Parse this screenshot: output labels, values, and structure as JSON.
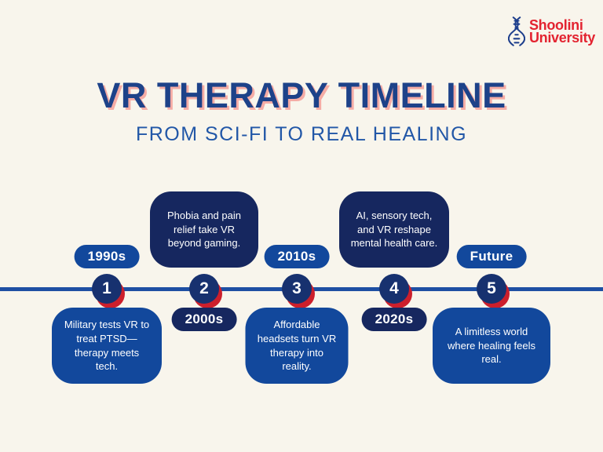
{
  "logo": {
    "line1": "Shoolini",
    "line2": "University"
  },
  "title": "VR THERAPY TIMELINE",
  "subtitle": "FROM SCI-FI TO REAL HEALING",
  "timeline": {
    "milestones": [
      {
        "number": "1",
        "era": "1990s",
        "description": "Military tests VR to treat PTSD—therapy meets tech.",
        "box_position": "below"
      },
      {
        "number": "2",
        "era": "2000s",
        "description": "Phobia and pain relief take VR beyond gaming.",
        "box_position": "above"
      },
      {
        "number": "3",
        "era": "2010s",
        "description": "Affordable headsets turn VR therapy into reality.",
        "box_position": "below"
      },
      {
        "number": "4",
        "era": "2020s",
        "description": "AI, sensory tech, and VR reshape mental health care.",
        "box_position": "above"
      },
      {
        "number": "5",
        "era": "Future",
        "description": "A limitless world where healing feels real.",
        "box_position": "below"
      }
    ]
  },
  "colors": {
    "background": "#f8f5ec",
    "title_navy": "#1d4289",
    "title_shadow_pink": "#f5aca5",
    "subtitle_blue": "#2257a7",
    "medium_blue": "#12489c",
    "dark_navy": "#16275f",
    "node_navy": "#17316f",
    "accent_red": "#cc1f2c",
    "line_blue": "#1e4fa3",
    "logo_red": "#e32330",
    "logo_blue": "#1d3e8c",
    "text_white": "#ffffff"
  }
}
